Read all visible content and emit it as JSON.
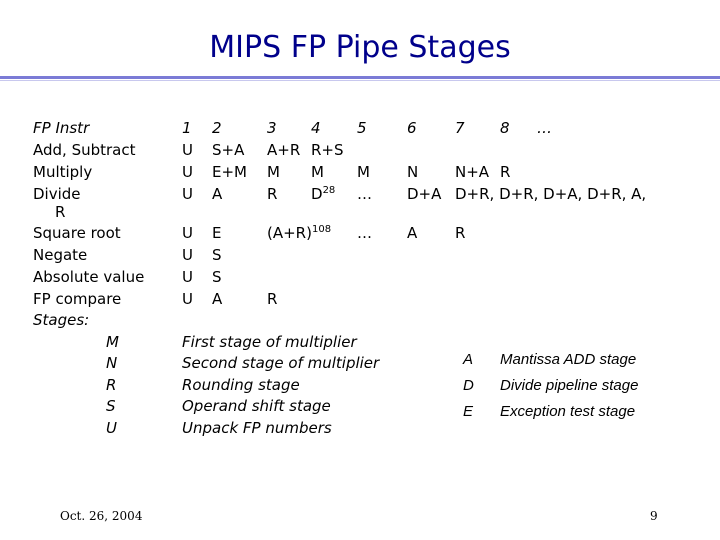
{
  "title": "MIPS FP Pipe Stages",
  "header": {
    "label": "FP Instr",
    "cols": [
      "1",
      "2",
      "3",
      "4",
      "5",
      "6",
      "7",
      "8",
      "…"
    ]
  },
  "rows": [
    {
      "label": "Add, Subtract",
      "cells": [
        "U",
        "S+A",
        "A+R",
        "R+S",
        "",
        "",
        "",
        ""
      ]
    },
    {
      "label": "Multiply",
      "cells": [
        "U",
        "E+M",
        "M",
        "M",
        "M",
        "N",
        "N+A",
        "R"
      ]
    },
    {
      "label": "Divide",
      "cells": [
        "U",
        "A",
        "R",
        "D",
        "…",
        "D+A",
        "D+R, D+R, D+A, D+R, A,",
        ""
      ],
      "sup": "28",
      "wrap": "R"
    },
    {
      "label": "Square root",
      "cells": [
        "U",
        "E",
        "(A+R)",
        "",
        "…",
        "A",
        "R",
        ""
      ],
      "sup": "108"
    },
    {
      "label": "Negate",
      "cells": [
        "U",
        "S",
        "",
        "",
        "",
        "",
        "",
        ""
      ]
    },
    {
      "label": "Absolute value",
      "cells": [
        "U",
        "S",
        "",
        "",
        "",
        "",
        "",
        ""
      ]
    },
    {
      "label": "FP compare",
      "cells": [
        "U",
        "A",
        "R",
        "",
        "",
        "",
        "",
        ""
      ]
    }
  ],
  "stages_label": "Stages:",
  "stages": [
    {
      "code": "M",
      "desc": "First stage of multiplier"
    },
    {
      "code": "N",
      "desc": "Second stage of multiplier"
    },
    {
      "code": "R",
      "desc": "Rounding stage"
    },
    {
      "code": "S",
      "desc": "Operand shift stage"
    },
    {
      "code": "U",
      "desc": "Unpack FP numbers"
    }
  ],
  "legend": [
    {
      "code": "A",
      "desc": "Mantissa ADD stage"
    },
    {
      "code": "D",
      "desc": "Divide pipeline stage"
    },
    {
      "code": "E",
      "desc": "Exception test stage"
    }
  ],
  "footer": {
    "date": "Oct. 26, 2004",
    "page": "9"
  },
  "colors": {
    "title": "#00008b",
    "rule": "#7b7bd6"
  }
}
